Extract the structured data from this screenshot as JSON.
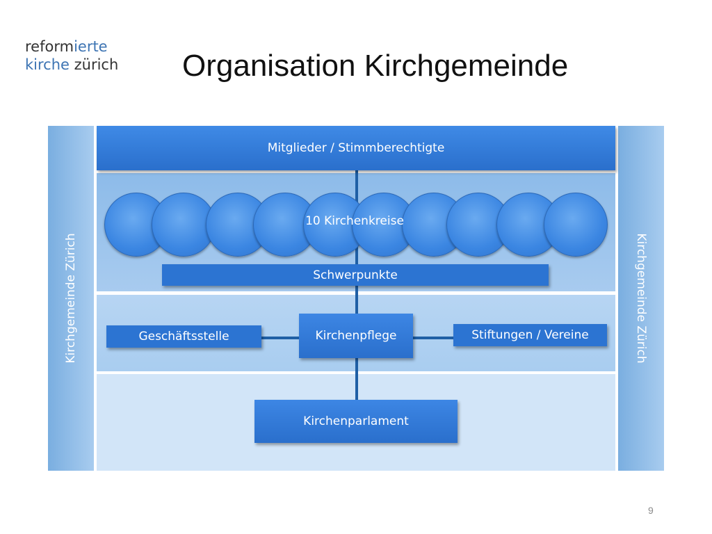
{
  "logo": {
    "line1_a": "reform",
    "line1_b": "ierte",
    "line2_a": "kirche",
    "line2_b": " zürich"
  },
  "title": "Organisation Kirchgemeinde",
  "side_label": "Kirchgemeinde Zürich",
  "boxes": {
    "mitglieder": "Mitglieder / Stimmberechtigte",
    "kirchenkreise": "10 Kirchenkreise",
    "schwerpunkte": "Schwerpunkte",
    "geschaeftsstelle": "Geschäftsstelle",
    "kirchenpflege": "Kirchenpflege",
    "stiftungen": "Stiftungen / Vereine",
    "kirchenparlament": "Kirchenparlament"
  },
  "page_number": "9",
  "colors": {
    "dark_blue": "#2a70cf",
    "mid_blue": "#9cc2ec",
    "light_blue": "#d2e5f8",
    "side_blue": "#8fbbe7"
  }
}
